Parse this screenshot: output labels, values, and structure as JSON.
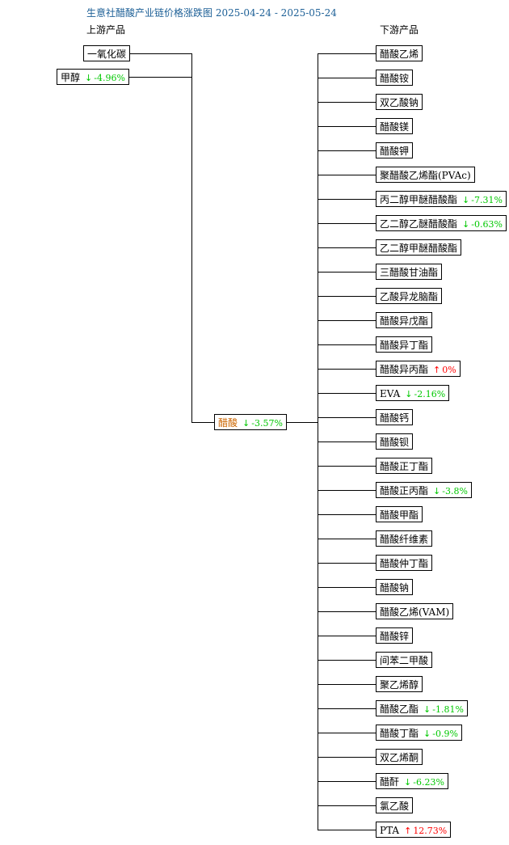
{
  "title": "生意社醋酸产业链价格涨跌图 2025-04-24 - 2025-05-24",
  "headers": {
    "upstream": "上游产品",
    "downstream": "下游产品"
  },
  "colors": {
    "title": "#1c5f96",
    "center": "#cc6600",
    "down": "#00c800",
    "up": "#ff0000",
    "line": "#000000"
  },
  "center": {
    "name": "醋酸",
    "change": "-3.57%",
    "dir": "down"
  },
  "upstream": [
    {
      "name": "一氧化碳",
      "change": "",
      "dir": ""
    },
    {
      "name": "甲醇",
      "change": "-4.96%",
      "dir": "down"
    }
  ],
  "downstream": [
    {
      "name": "醋酸乙烯",
      "change": "",
      "dir": ""
    },
    {
      "name": "醋酸铵",
      "change": "",
      "dir": ""
    },
    {
      "name": "双乙酸钠",
      "change": "",
      "dir": ""
    },
    {
      "name": "醋酸镁",
      "change": "",
      "dir": ""
    },
    {
      "name": "醋酸钾",
      "change": "",
      "dir": ""
    },
    {
      "name": "聚醋酸乙烯酯(PVAc)",
      "change": "",
      "dir": ""
    },
    {
      "name": "丙二醇甲醚醋酸酯",
      "change": "-7.31%",
      "dir": "down"
    },
    {
      "name": "乙二醇乙醚醋酸酯",
      "change": "-0.63%",
      "dir": "down"
    },
    {
      "name": "乙二醇甲醚醋酸酯",
      "change": "",
      "dir": ""
    },
    {
      "name": "三醋酸甘油酯",
      "change": "",
      "dir": ""
    },
    {
      "name": "乙酸异龙脑酯",
      "change": "",
      "dir": ""
    },
    {
      "name": "醋酸异戊酯",
      "change": "",
      "dir": ""
    },
    {
      "name": "醋酸异丁酯",
      "change": "",
      "dir": ""
    },
    {
      "name": "醋酸异丙酯",
      "change": "0%",
      "dir": "up"
    },
    {
      "name": "EVA",
      "change": "-2.16%",
      "dir": "down"
    },
    {
      "name": "醋酸钙",
      "change": "",
      "dir": ""
    },
    {
      "name": "醋酸钡",
      "change": "",
      "dir": ""
    },
    {
      "name": "醋酸正丁酯",
      "change": "",
      "dir": ""
    },
    {
      "name": "醋酸正丙酯",
      "change": "-3.8%",
      "dir": "down"
    },
    {
      "name": "醋酸甲酯",
      "change": "",
      "dir": ""
    },
    {
      "name": "醋酸纤维素",
      "change": "",
      "dir": ""
    },
    {
      "name": "醋酸仲丁酯",
      "change": "",
      "dir": ""
    },
    {
      "name": "醋酸钠",
      "change": "",
      "dir": ""
    },
    {
      "name": "醋酸乙烯(VAM)",
      "change": "",
      "dir": ""
    },
    {
      "name": "醋酸锌",
      "change": "",
      "dir": ""
    },
    {
      "name": "间苯二甲酸",
      "change": "",
      "dir": ""
    },
    {
      "name": "聚乙烯醇",
      "change": "",
      "dir": ""
    },
    {
      "name": "醋酸乙酯",
      "change": "-1.81%",
      "dir": "down"
    },
    {
      "name": "醋酸丁酯",
      "change": "-0.9%",
      "dir": "down"
    },
    {
      "name": "双乙烯酮",
      "change": "",
      "dir": ""
    },
    {
      "name": "醋酐",
      "change": "-6.23%",
      "dir": "down"
    },
    {
      "name": "氯乙酸",
      "change": "",
      "dir": ""
    },
    {
      "name": "PTA",
      "change": "12.73%",
      "dir": "up"
    }
  ]
}
